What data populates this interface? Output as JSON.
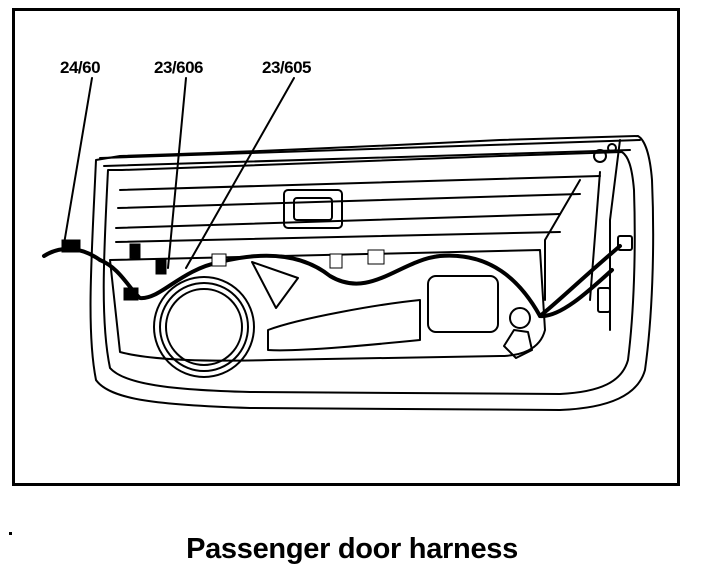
{
  "callouts": {
    "c1": "24/60",
    "c2": "23/606",
    "c3": "23/605"
  },
  "caption": "Passenger door harness",
  "colors": {
    "ink": "#000000",
    "paper": "#ffffff"
  }
}
